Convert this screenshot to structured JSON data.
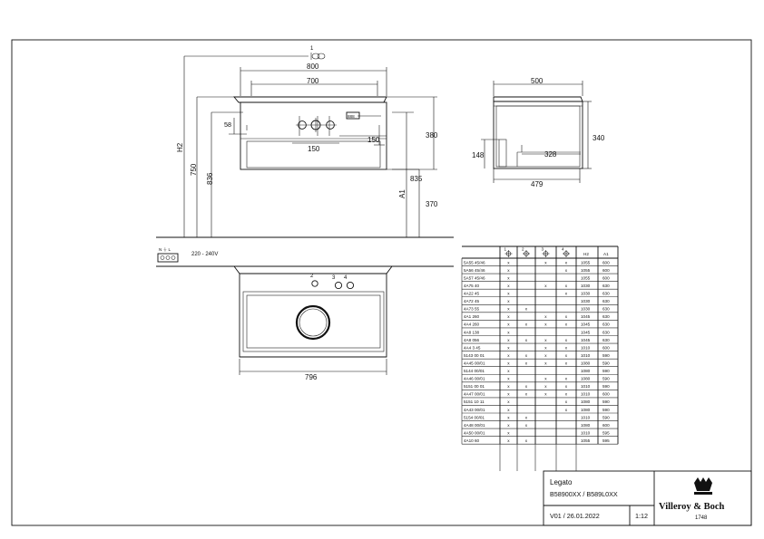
{
  "dimensions": {
    "top_view": {
      "marker_1": "1",
      "width_800": "800",
      "width_700": "700",
      "d58": "58",
      "d150_a": "150",
      "d150_b": "150",
      "d380": "380",
      "h2": "H2",
      "d750": "750",
      "d836": "836",
      "d835": "835",
      "a1": "A1",
      "d370": "370"
    },
    "side_view": {
      "width_500": "500",
      "d340": "340",
      "d148": "148",
      "d328": "328",
      "d479": "479"
    },
    "plan_view": {
      "marker_2": "2",
      "marker_3": "3",
      "marker_4": "4",
      "width_796": "796"
    }
  },
  "electrical": {
    "symbols": "N ⏚ L",
    "voltage": "220 - 240V"
  },
  "table": {
    "header_numbers": [
      "1",
      "2",
      "3",
      "4"
    ],
    "h2_label": "H2",
    "a1_label": "A1",
    "rows": [
      {
        "code": "5A55 45/46",
        "c": [
          "x",
          "",
          "x",
          "x"
        ],
        "h2": "1055",
        "a1": "600"
      },
      {
        "code": "5A56 45/46",
        "c": [
          "x",
          "",
          "",
          "x"
        ],
        "h2": "1055",
        "a1": "600"
      },
      {
        "code": "5A57 45/46",
        "c": [
          "x",
          "",
          "",
          ""
        ],
        "h2": "1055",
        "a1": "600"
      },
      {
        "code": "4A75 40",
        "c": [
          "x",
          "",
          "x",
          "x"
        ],
        "h2": "1030",
        "a1": "630"
      },
      {
        "code": "4A22 45",
        "c": [
          "x",
          "",
          "",
          "x"
        ],
        "h2": "1030",
        "a1": "630"
      },
      {
        "code": "4A72 45",
        "c": [
          "x",
          "",
          "",
          ""
        ],
        "h2": "1030",
        "a1": "630"
      },
      {
        "code": "4A73 55",
        "c": [
          "x",
          "x",
          "",
          ""
        ],
        "h2": "1030",
        "a1": "630"
      },
      {
        "code": "4A1 260",
        "c": [
          "x",
          "",
          "x",
          "x"
        ],
        "h2": "1045",
        "a1": "630"
      },
      {
        "code": "4A4 260",
        "c": [
          "x",
          "x",
          "x",
          "x"
        ],
        "h2": "1045",
        "a1": "630"
      },
      {
        "code": "4A8 138",
        "c": [
          "x",
          "",
          "",
          ""
        ],
        "h2": "1045",
        "a1": "630"
      },
      {
        "code": "4A8 056",
        "c": [
          "x",
          "x",
          "x",
          "x"
        ],
        "h2": "1045",
        "a1": "630"
      },
      {
        "code": "4A4 3 45",
        "c": [
          "x",
          "",
          "x",
          "x"
        ],
        "h2": "1010",
        "a1": "600"
      },
      {
        "code": "5143 00 01",
        "c": [
          "x",
          "x",
          "x",
          "x"
        ],
        "h2": "1010",
        "a1": "590"
      },
      {
        "code": "4A45 00/01",
        "c": [
          "x",
          "x",
          "x",
          "x"
        ],
        "h2": "1080",
        "a1": "590"
      },
      {
        "code": "5144 00/01",
        "c": [
          "x",
          "",
          "",
          ""
        ],
        "h2": "1080",
        "a1": "590"
      },
      {
        "code": "4A46 00/01",
        "c": [
          "x",
          "",
          "x",
          "x"
        ],
        "h2": "1080",
        "a1": "590"
      },
      {
        "code": "5151 00 01",
        "c": [
          "x",
          "x",
          "x",
          "x"
        ],
        "h2": "1010",
        "a1": "590"
      },
      {
        "code": "4A47 00/01",
        "c": [
          "x",
          "x",
          "x",
          "x"
        ],
        "h2": "1010",
        "a1": "600"
      },
      {
        "code": "5151 10 11",
        "c": [
          "x",
          "",
          "",
          "x"
        ],
        "h2": "1080",
        "a1": "590"
      },
      {
        "code": "4A43 00/01",
        "c": [
          "x",
          "",
          "",
          "x"
        ],
        "h2": "1080",
        "a1": "590"
      },
      {
        "code": "5154 00/01",
        "c": [
          "x",
          "x",
          "",
          ""
        ],
        "h2": "1010",
        "a1": "590"
      },
      {
        "code": "4A48 00/01",
        "c": [
          "x",
          "x",
          "",
          ""
        ],
        "h2": "1080",
        "a1": "600"
      },
      {
        "code": "4A50 00/01",
        "c": [
          "x",
          "",
          "",
          ""
        ],
        "h2": "1010",
        "a1": "595"
      },
      {
        "code": "4A10 60",
        "c": [
          "x",
          "x",
          "",
          ""
        ],
        "h2": "1055",
        "a1": "595"
      }
    ]
  },
  "title_block": {
    "product": "Legato",
    "codes": "B58900XX / B589L0XX",
    "version_date": "V01 / 26.01.2022",
    "scale": "1:12",
    "brand": "Villeroy & Boch",
    "since": "1748"
  }
}
